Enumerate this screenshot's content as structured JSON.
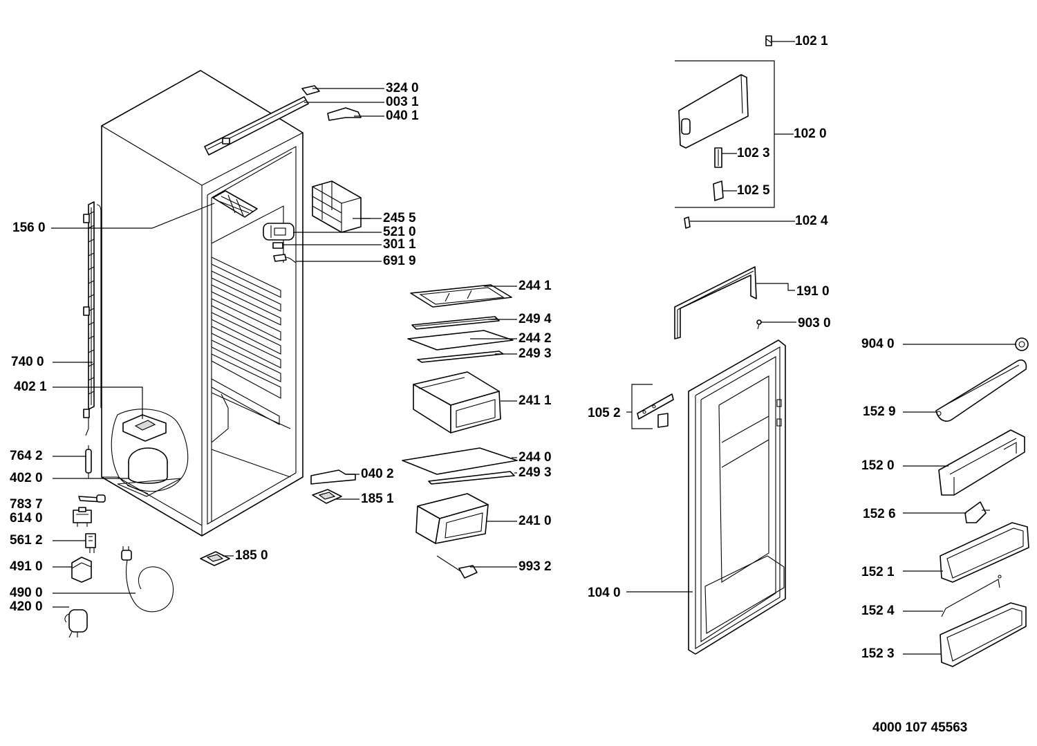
{
  "labels": {
    "p1021": "102 1",
    "p3240": "324 0",
    "p0031": "003 1",
    "p0401": "040 1",
    "p1020": "102 0",
    "p1023": "102 3",
    "p1025": "102 5",
    "p1024": "102 4",
    "p2455": "245 5",
    "p5210": "521 0",
    "p3011": "301 1",
    "p6919": "691 9",
    "p1560": "156 0",
    "p2441": "244 1",
    "p2494": "249 4",
    "p2442": "244 2",
    "p2493a": "249 3",
    "p2411": "241 1",
    "p2440": "244 0",
    "p2493b": "249 3",
    "p2410": "241 0",
    "p9932": "993 2",
    "p0402": "040 2",
    "p1851": "185 1",
    "p1850": "185 0",
    "p7400": "740 0",
    "p4021": "402 1",
    "p7642": "764 2",
    "p4020": "402 0",
    "p7837": "783 7",
    "p6140": "614 0",
    "p5612": "561 2",
    "p4910": "491 0",
    "p4900": "490 0",
    "p4200": "420 0",
    "p1910": "191 0",
    "p9030": "903 0",
    "p1052": "105 2",
    "p1040": "104 0",
    "p9040": "904 0",
    "p1529": "152 9",
    "p1520": "152 0",
    "p1526": "152 6",
    "p1521": "152 1",
    "p1524": "152 4",
    "p1523": "152 3"
  },
  "document_number": "4000 107 45563"
}
